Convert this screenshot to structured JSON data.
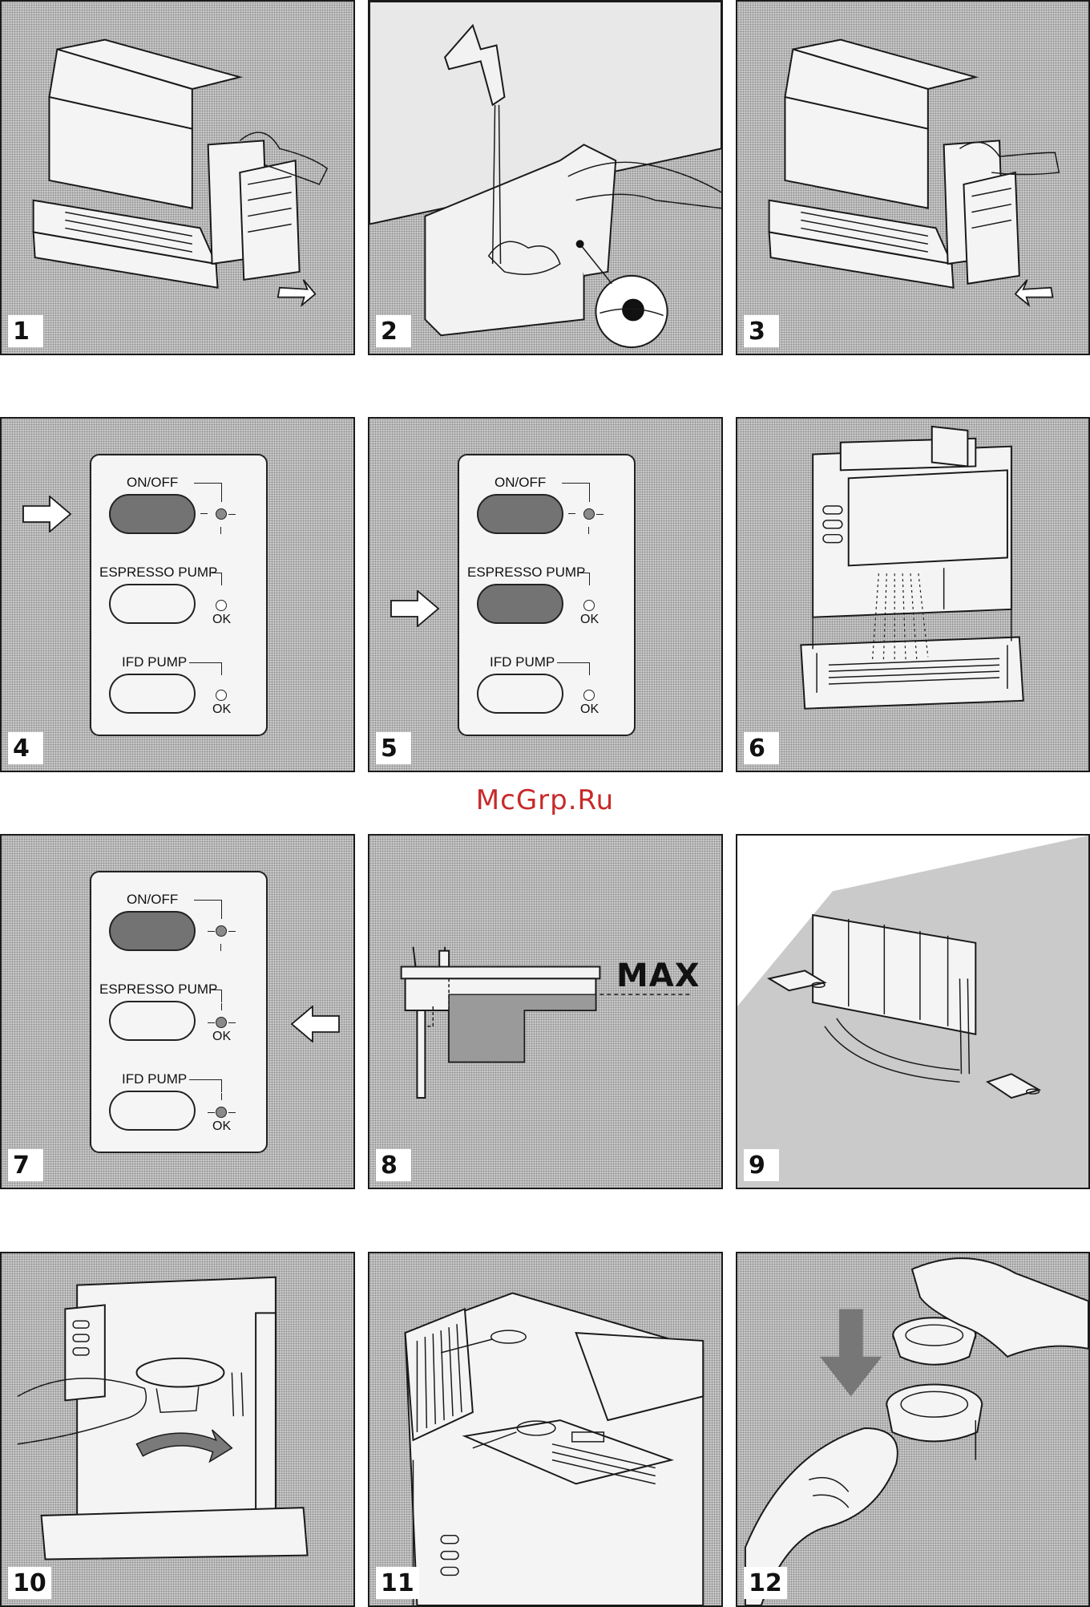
{
  "watermark": "McGrp.Ru",
  "panels": [
    {
      "number": "1",
      "scene": "remove-water-tank"
    },
    {
      "number": "2",
      "scene": "fill-water-tank"
    },
    {
      "number": "3",
      "scene": "insert-water-tank"
    },
    {
      "number": "4",
      "scene": "press-on-off"
    },
    {
      "number": "5",
      "scene": "press-espresso-pump"
    },
    {
      "number": "6",
      "scene": "water-flows-from-head"
    },
    {
      "number": "7",
      "scene": "all-lights-on"
    },
    {
      "number": "8",
      "scene": "tank-max-level"
    },
    {
      "number": "9",
      "scene": "drip-tray-tabs"
    },
    {
      "number": "10",
      "scene": "attach-filter-holder"
    },
    {
      "number": "11",
      "scene": "machine-top-view"
    },
    {
      "number": "12",
      "scene": "insert-filter-into-holder"
    }
  ],
  "control_panel": {
    "on_off": "ON/OFF",
    "espresso_pump": "ESPRESSO PUMP",
    "ifd_pump": "IFD PUMP",
    "ok": "OK"
  },
  "tank_label": "MAX",
  "colors": {
    "button_pressed": "#737373",
    "led_lit": "#8a8a8a",
    "watermark": "#c72a2a"
  }
}
